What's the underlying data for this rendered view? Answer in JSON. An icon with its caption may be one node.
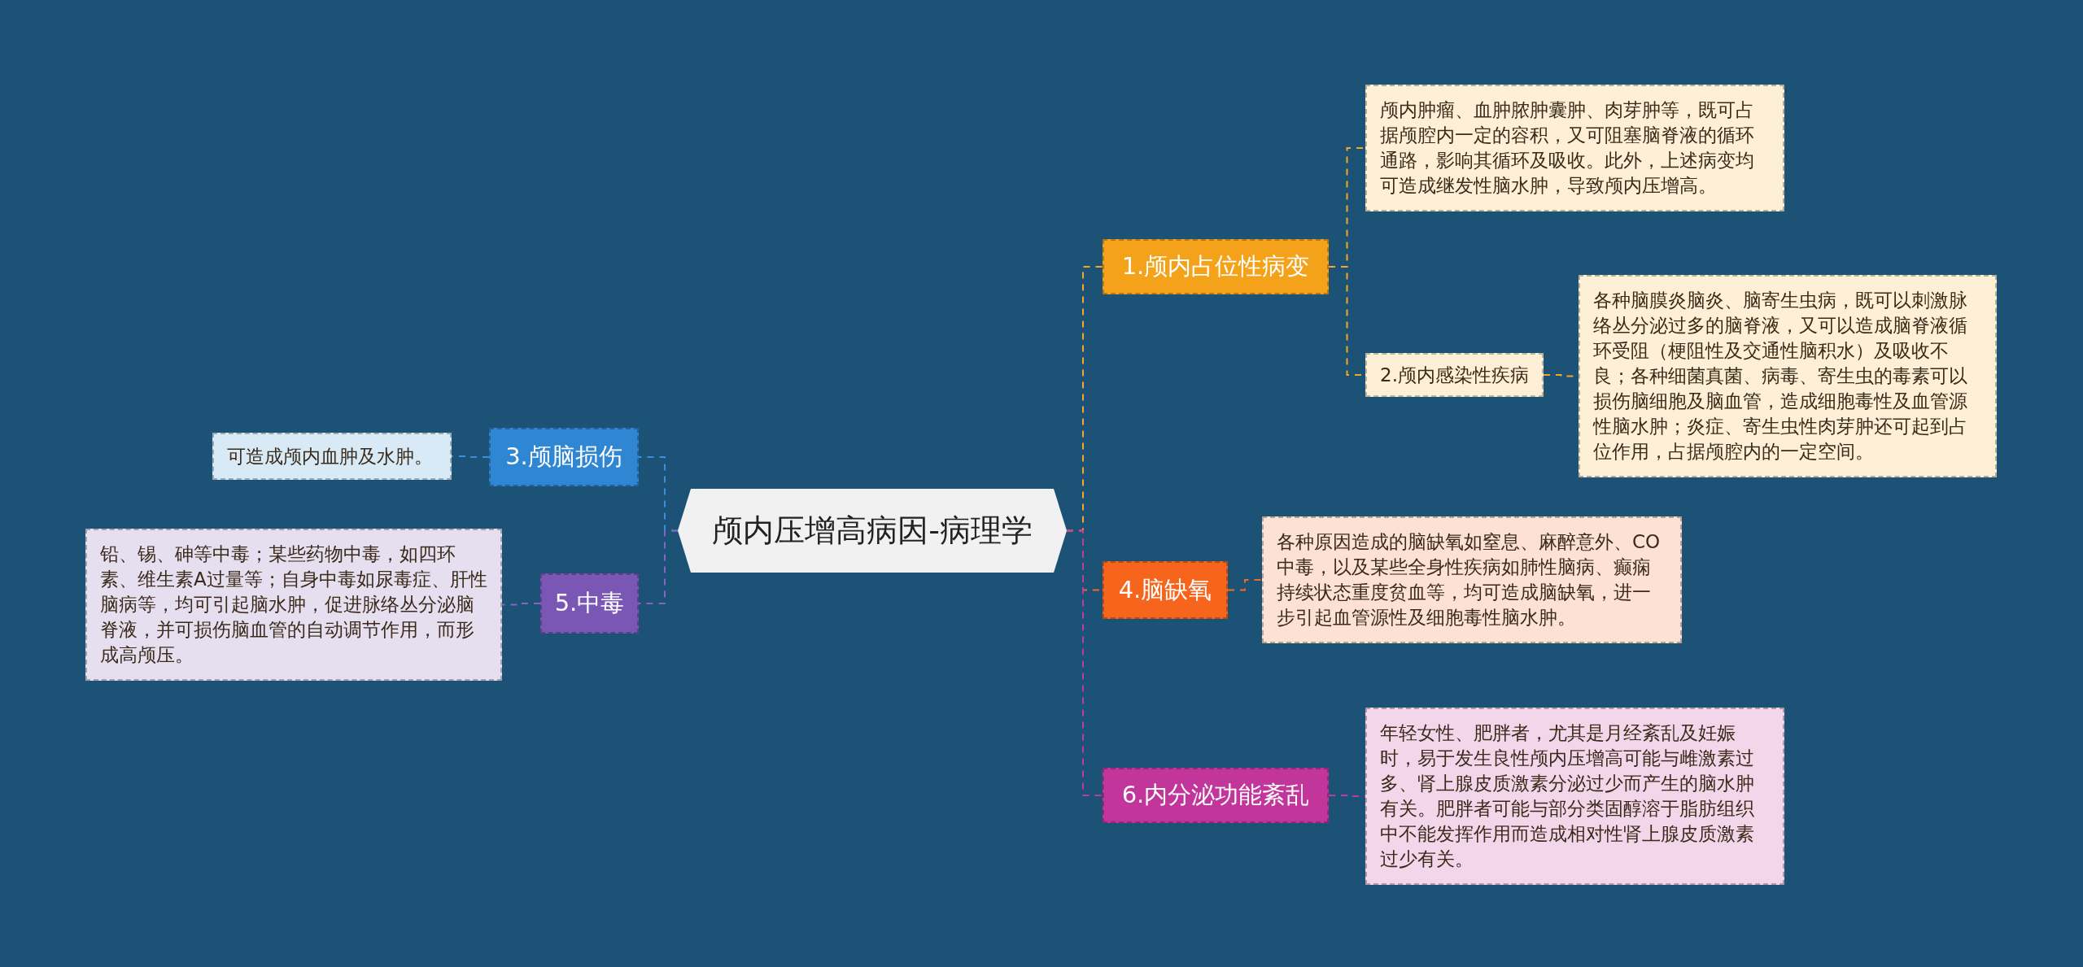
{
  "diagram": {
    "nodes": [
      {
        "text": [
          "颅内压增高病因-病理学"
        ]
      },
      {
        "text": [
          "1.颅内占位性病变"
        ]
      },
      {
        "text": [
          "颅内肿瘤、血肿脓肿囊肿、肉芽肿等，既可占据颅腔内一定的容积，又可阻塞脑脊液的循环通路，影响其循环及吸收。此外，上述病变均可造成继发性脑水肿，导致颅内压增高。"
        ]
      },
      {
        "text": [
          "2.颅内感染性疾病"
        ]
      },
      {
        "text": [
          "各种脑膜炎脑炎、脑寄生虫病，既可以刺激脉络丛分泌过多的脑脊液，又可以造成脑脊液循环受阻（梗阻性及交通性脑积水）及吸收不良；各种细菌真菌、病毒、寄生虫的毒素可以损伤脑细胞及脑血管，造成细胞毒性及血管源性脑水肿；炎症、寄生虫性肉芽肿还可起到占位作用，占据颅腔内的一定空间。"
        ]
      },
      {
        "text": [
          "4.脑缺氧"
        ]
      },
      {
        "text": [
          "各种原因造成的脑缺氧如窒息、麻醉意外、CO中毒，以及某些全身性疾病如肺性脑病、癫痫持续状态重度贫血等，均可造成脑缺氧，进一步引起血管源性及细胞毒性脑水肿。"
        ]
      },
      {
        "text": [
          "6.内分泌功能紊乱"
        ]
      },
      {
        "text": [
          "年轻女性、肥胖者，尤其是月经紊乱及妊娠时，易于发生良性颅内压增高可能与雌激素过多、肾上腺皮质激素分泌过少而产生的脑水肿有关。肥胖者可能与部分类固醇溶于脂肪组织中不能发挥作用而造成相对性肾上腺皮质激素过少有关。"
        ]
      },
      {
        "text": [
          "3.颅脑损伤"
        ]
      },
      {
        "text": [
          "可造成颅内血肿及水肿。"
        ]
      },
      {
        "text": [
          "5.中毒"
        ]
      },
      {
        "text": [
          "铅、锡、砷等中毒；某些药物中毒，如四环素、维生素A过量等；自身中毒如尿毒症、肝性脑病等，均可引起脑水肿，促进脉络丛分泌脑脊液，并可损伤脑血管的自动调节作用，而形成高颅压。"
        ]
      }
    ],
    "edges": [
      {
        "from": 0,
        "to": 1,
        "arrow": "none",
        "style": "dashed",
        "color": "#f5a623"
      },
      {
        "from": 1,
        "to": 2,
        "arrow": "none",
        "style": "dashed",
        "color": "#f5a623"
      },
      {
        "from": 1,
        "to": 3,
        "arrow": "none",
        "style": "dashed",
        "color": "#f5a623"
      },
      {
        "from": 3,
        "to": 4,
        "arrow": "none",
        "style": "dashed",
        "color": "#f5a623"
      },
      {
        "from": 0,
        "to": 5,
        "arrow": "none",
        "style": "dashed",
        "color": "#f26b2a"
      },
      {
        "from": 5,
        "to": 6,
        "arrow": "none",
        "style": "dashed",
        "color": "#f26b2a"
      },
      {
        "from": 0,
        "to": 7,
        "arrow": "none",
        "style": "dashed",
        "color": "#c23a9c"
      },
      {
        "from": 7,
        "to": 8,
        "arrow": "none",
        "style": "dashed",
        "color": "#c23a9c"
      },
      {
        "from": 0,
        "to": 9,
        "arrow": "none",
        "style": "dashed",
        "color": "#3a8fd9"
      },
      {
        "from": 9,
        "to": 10,
        "arrow": "none",
        "style": "dashed",
        "color": "#3a8fd9"
      },
      {
        "from": 0,
        "to": 11,
        "arrow": "none",
        "style": "dashed",
        "color": "#8a62c4"
      },
      {
        "from": 11,
        "to": 12,
        "arrow": "none",
        "style": "dashed",
        "color": "#8a62c4"
      }
    ]
  }
}
